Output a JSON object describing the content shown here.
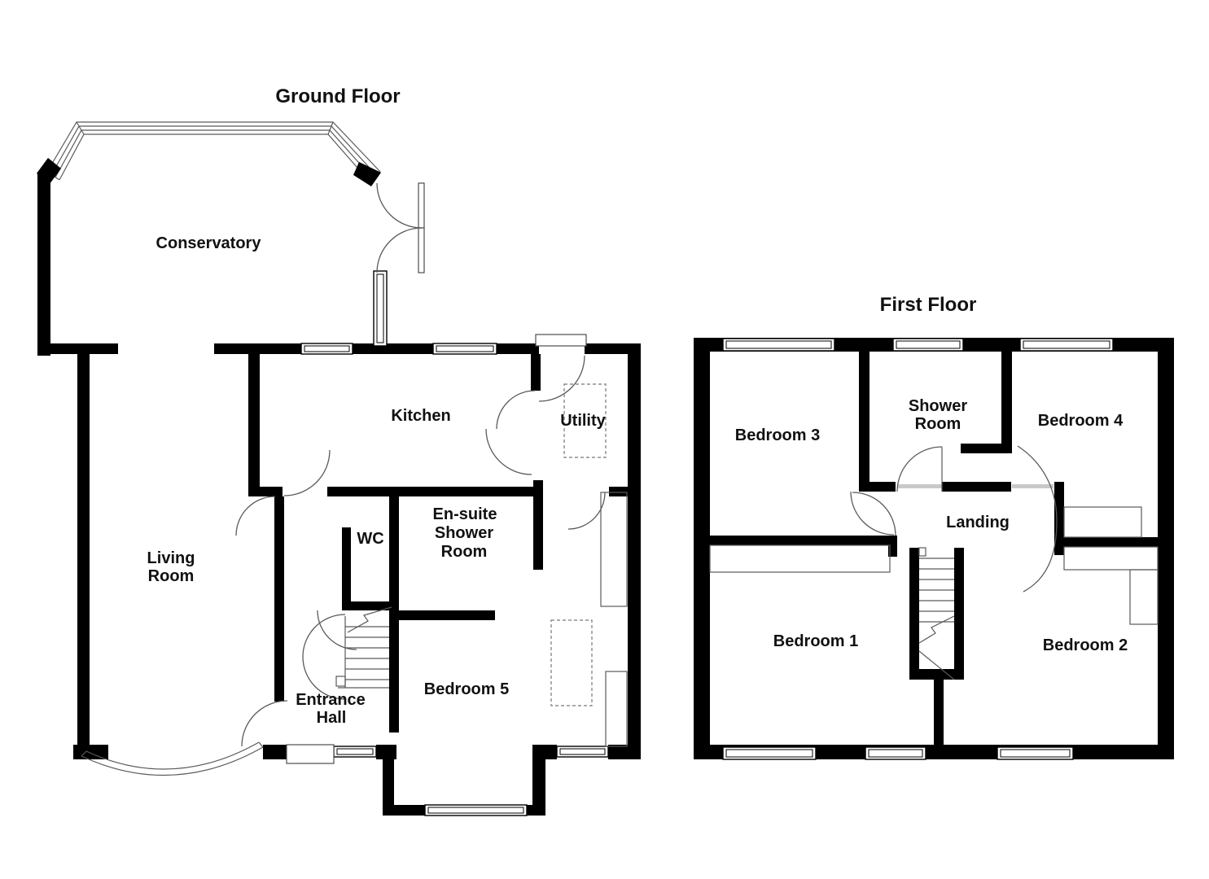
{
  "ground_floor": {
    "title": "Ground Floor",
    "rooms": {
      "conservatory": "Conservatory",
      "kitchen": "Kitchen",
      "utility": "Utility",
      "living_room": [
        "Living",
        "Room"
      ],
      "wc": "WC",
      "ensuite_shower_room": [
        "En-suite",
        "Shower",
        "Room"
      ],
      "entrance_hall": [
        "Entrance",
        "Hall"
      ],
      "bedroom_5": "Bedroom 5"
    }
  },
  "first_floor": {
    "title": "First Floor",
    "rooms": {
      "bedroom_3": "Bedroom 3",
      "shower_room": [
        "Shower",
        "Room"
      ],
      "bedroom_4": "Bedroom 4",
      "landing": "Landing",
      "bedroom_1": "Bedroom 1",
      "bedroom_2": "Bedroom 2"
    }
  },
  "colors": {
    "wall": "#000000",
    "door_swing_line": "#5a5a5a",
    "dashed_fixture": "#777777",
    "background": "#ffffff",
    "text": "#111111"
  }
}
